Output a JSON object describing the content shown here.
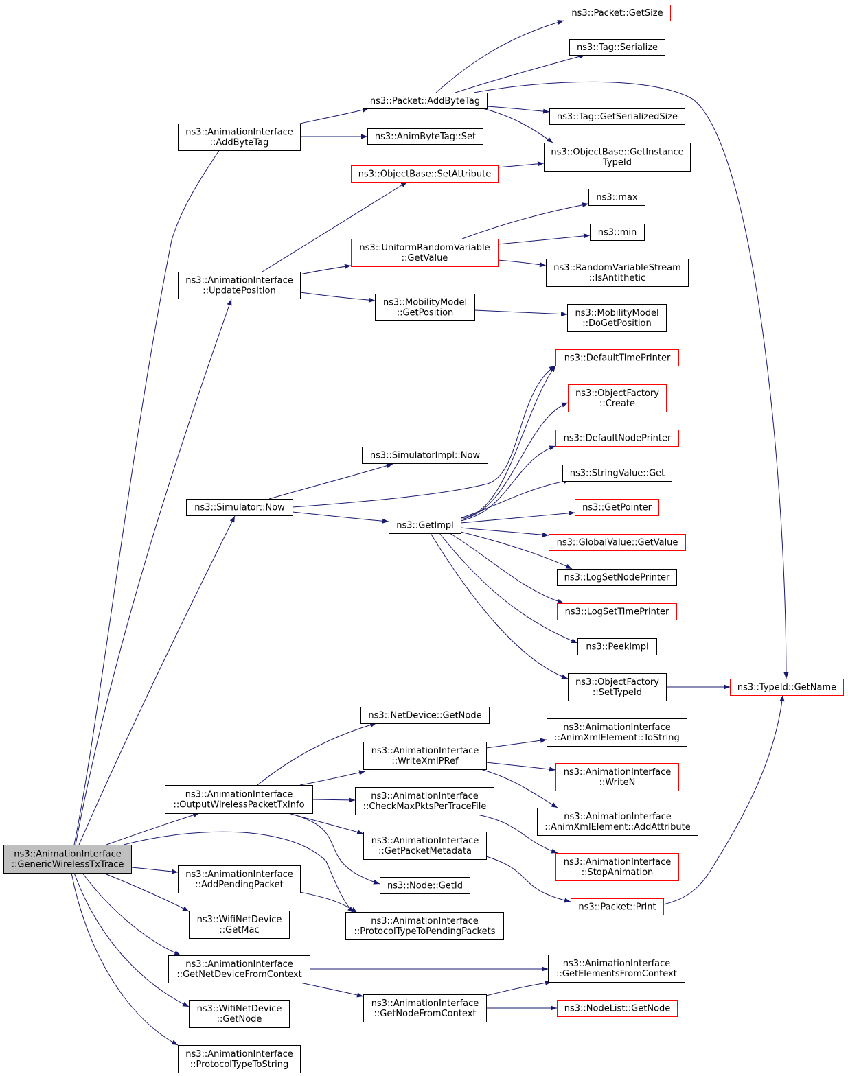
{
  "colors": {
    "edge": "#191970",
    "box_border": "#000000",
    "truncated_border": "#ff0000",
    "root_fill": "#bfbfbf"
  },
  "nodes": {
    "n0": {
      "lines": [
        "ns3::AnimationInterface",
        "::GenericWirelessTxTrace"
      ],
      "style": "root"
    },
    "n1": {
      "lines": [
        "ns3::AnimationInterface",
        "::AddByteTag"
      ],
      "style": "normal"
    },
    "n2": {
      "lines": [
        "ns3::Packet::AddByteTag"
      ],
      "style": "normal"
    },
    "n3": {
      "lines": [
        "ns3::Packet::GetSize"
      ],
      "style": "truncated"
    },
    "n4": {
      "lines": [
        "ns3::Tag::Serialize"
      ],
      "style": "normal"
    },
    "n5": {
      "lines": [
        "ns3::Tag::GetSerializedSize"
      ],
      "style": "normal"
    },
    "n6": {
      "lines": [
        "ns3::AnimByteTag::Set"
      ],
      "style": "normal"
    },
    "n7": {
      "lines": [
        "ns3::ObjectBase::GetInstance",
        "TypeId"
      ],
      "style": "normal"
    },
    "n8": {
      "lines": [
        "ns3::ObjectBase::SetAttribute"
      ],
      "style": "truncated"
    },
    "n9": {
      "lines": [
        "ns3::max"
      ],
      "style": "normal"
    },
    "n10": {
      "lines": [
        "ns3::min"
      ],
      "style": "normal"
    },
    "n11": {
      "lines": [
        "ns3::UniformRandomVariable",
        "::GetValue"
      ],
      "style": "truncated"
    },
    "n12": {
      "lines": [
        "ns3::RandomVariableStream",
        "::IsAntithetic"
      ],
      "style": "normal"
    },
    "n13": {
      "lines": [
        "ns3::AnimationInterface",
        "::UpdatePosition"
      ],
      "style": "normal"
    },
    "n14": {
      "lines": [
        "ns3::MobilityModel",
        "::GetPosition"
      ],
      "style": "normal"
    },
    "n15": {
      "lines": [
        "ns3::MobilityModel",
        "::DoGetPosition"
      ],
      "style": "normal"
    },
    "n16": {
      "lines": [
        "ns3::DefaultTimePrinter"
      ],
      "style": "truncated"
    },
    "n17": {
      "lines": [
        "ns3::ObjectFactory",
        "::Create"
      ],
      "style": "truncated"
    },
    "n18": {
      "lines": [
        "ns3::DefaultNodePrinter"
      ],
      "style": "truncated"
    },
    "n19": {
      "lines": [
        "ns3::SimulatorImpl::Now"
      ],
      "style": "normal"
    },
    "n20": {
      "lines": [
        "ns3::StringValue::Get"
      ],
      "style": "normal"
    },
    "n21": {
      "lines": [
        "ns3::Simulator::Now"
      ],
      "style": "normal"
    },
    "n22": {
      "lines": [
        "ns3::GetPointer"
      ],
      "style": "truncated"
    },
    "n23": {
      "lines": [
        "ns3::GetImpl"
      ],
      "style": "normal"
    },
    "n24": {
      "lines": [
        "ns3::GlobalValue::GetValue"
      ],
      "style": "truncated"
    },
    "n25": {
      "lines": [
        "ns3::LogSetNodePrinter"
      ],
      "style": "normal"
    },
    "n26": {
      "lines": [
        "ns3::LogSetTimePrinter"
      ],
      "style": "truncated"
    },
    "n27": {
      "lines": [
        "ns3::PeekImpl"
      ],
      "style": "normal"
    },
    "n28": {
      "lines": [
        "ns3::ObjectFactory",
        "::SetTypeId"
      ],
      "style": "normal"
    },
    "n29": {
      "lines": [
        "ns3::TypeId::GetName"
      ],
      "style": "truncated"
    },
    "n30": {
      "lines": [
        "ns3::NetDevice::GetNode"
      ],
      "style": "normal"
    },
    "n31": {
      "lines": [
        "ns3::AnimationInterface",
        "::AnimXmlElement::ToString"
      ],
      "style": "normal"
    },
    "n32": {
      "lines": [
        "ns3::AnimationInterface",
        "::WriteXmlPRef"
      ],
      "style": "normal"
    },
    "n33": {
      "lines": [
        "ns3::AnimationInterface",
        "::WriteN"
      ],
      "style": "truncated"
    },
    "n34": {
      "lines": [
        "ns3::AnimationInterface",
        "::OutputWirelessPacketTxInfo"
      ],
      "style": "normal"
    },
    "n35": {
      "lines": [
        "ns3::AnimationInterface",
        "::CheckMaxPktsPerTraceFile"
      ],
      "style": "normal"
    },
    "n36": {
      "lines": [
        "ns3::AnimationInterface",
        "::AnimXmlElement::AddAttribute"
      ],
      "style": "normal"
    },
    "n37": {
      "lines": [
        "ns3::AnimationInterface",
        "::GetPacketMetadata"
      ],
      "style": "normal"
    },
    "n38": {
      "lines": [
        "ns3::AnimationInterface",
        "::StopAnimation"
      ],
      "style": "truncated"
    },
    "n39": {
      "lines": [
        "ns3::Node::GetId"
      ],
      "style": "normal"
    },
    "n40": {
      "lines": [
        "ns3::AnimationInterface",
        "::AddPendingPacket"
      ],
      "style": "normal"
    },
    "n41": {
      "lines": [
        "ns3::Packet::Print"
      ],
      "style": "truncated"
    },
    "n42": {
      "lines": [
        "ns3::WifiNetDevice",
        "::GetMac"
      ],
      "style": "normal"
    },
    "n43": {
      "lines": [
        "ns3::AnimationInterface",
        "::ProtocolTypeToPendingPackets"
      ],
      "style": "normal"
    },
    "n44": {
      "lines": [
        "ns3::AnimationInterface",
        "::GetElementsFromContext"
      ],
      "style": "normal"
    },
    "n45": {
      "lines": [
        "ns3::AnimationInterface",
        "::GetNetDeviceFromContext"
      ],
      "style": "normal"
    },
    "n46": {
      "lines": [
        "ns3::AnimationInterface",
        "::GetNodeFromContext"
      ],
      "style": "normal"
    },
    "n47": {
      "lines": [
        "ns3::NodeList::GetNode"
      ],
      "style": "truncated"
    },
    "n48": {
      "lines": [
        "ns3::WifiNetDevice",
        "::GetNode"
      ],
      "style": "normal"
    },
    "n49": {
      "lines": [
        "ns3::AnimationInterface",
        "::ProtocolTypeToString"
      ],
      "style": "normal"
    }
  }
}
